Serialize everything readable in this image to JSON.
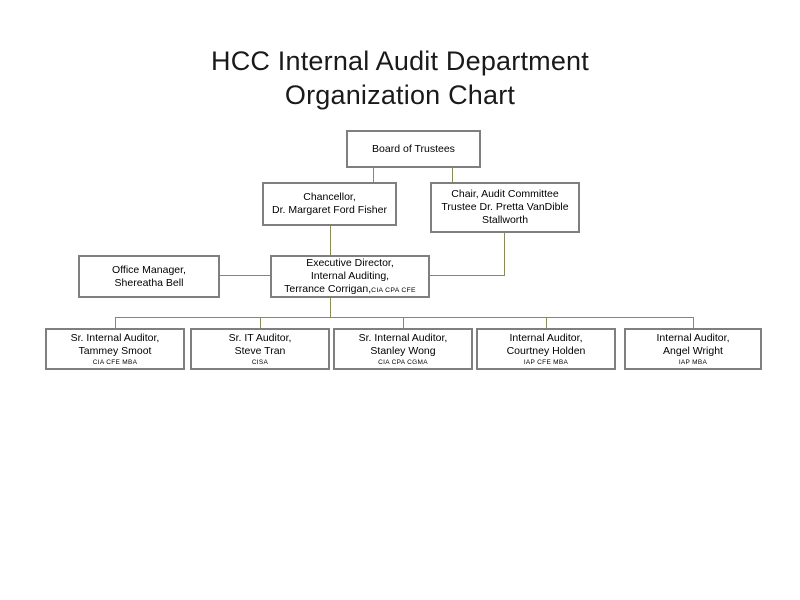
{
  "title": {
    "line1": "HCC Internal Audit Department",
    "line2": "Organization Chart"
  },
  "colors": {
    "box_border": "#7f7f7f",
    "box_fill": "#ffffff",
    "connector": "#8a8a55",
    "text": "#000000"
  },
  "chart_data": {
    "type": "diagram",
    "diagram_type": "organization-chart",
    "title": "HCC Internal Audit Department Organization Chart",
    "nodes": [
      {
        "id": "board",
        "lines": [
          "Board of Trustees"
        ],
        "credentials": "",
        "level": 0
      },
      {
        "id": "chancellor",
        "lines": [
          "Chancellor,",
          "Dr. Margaret Ford Fisher"
        ],
        "credentials": "",
        "level": 1
      },
      {
        "id": "audit-chair",
        "lines": [
          "Chair, Audit Committee",
          "Trustee Dr. Pretta VanDible",
          "Stallworth"
        ],
        "credentials": "",
        "level": 1
      },
      {
        "id": "office-manager",
        "lines": [
          "Office Manager,",
          "Shereatha Bell"
        ],
        "credentials": "",
        "level": 2
      },
      {
        "id": "executive-director",
        "lines": [
          "Executive Director,",
          "Internal Auditing,",
          "Terrance Corrigan,"
        ],
        "credentials": "CIA CPA CFE",
        "credentials_inline": true,
        "level": 2
      },
      {
        "id": "tammey-smoot",
        "lines": [
          "Sr. Internal Auditor,",
          "Tammey Smoot"
        ],
        "credentials": "CIA CFE MBA",
        "level": 3
      },
      {
        "id": "steve-tran",
        "lines": [
          "Sr. IT Auditor,",
          "Steve Tran"
        ],
        "credentials": "CISA",
        "level": 3
      },
      {
        "id": "stanley-wong",
        "lines": [
          "Sr. Internal Auditor,",
          "Stanley Wong"
        ],
        "credentials": "CIA CPA CGMA",
        "level": 3
      },
      {
        "id": "courtney-holden",
        "lines": [
          "Internal Auditor,",
          "Courtney Holden"
        ],
        "credentials": "IAP CFE MBA",
        "level": 3
      },
      {
        "id": "angel-wright",
        "lines": [
          "Internal Auditor,",
          "Angel Wright"
        ],
        "credentials": "IAP MBA",
        "level": 3
      }
    ],
    "edges": [
      {
        "from": "board",
        "to": "chancellor"
      },
      {
        "from": "board",
        "to": "audit-chair"
      },
      {
        "from": "chancellor",
        "to": "executive-director"
      },
      {
        "from": "audit-chair",
        "to": "executive-director"
      },
      {
        "from": "office-manager",
        "to": "executive-director"
      },
      {
        "from": "executive-director",
        "to": "tammey-smoot"
      },
      {
        "from": "executive-director",
        "to": "steve-tran"
      },
      {
        "from": "executive-director",
        "to": "stanley-wong"
      },
      {
        "from": "executive-director",
        "to": "courtney-holden"
      },
      {
        "from": "executive-director",
        "to": "angel-wright"
      }
    ]
  },
  "nodes": {
    "board": {
      "l0": "Board of Trustees"
    },
    "chancellor": {
      "l0": "Chancellor,",
      "l1": "Dr. Margaret Ford Fisher"
    },
    "audit_chair": {
      "l0": "Chair, Audit Committee",
      "l1": "Trustee Dr. Pretta VanDible",
      "l2": "Stallworth"
    },
    "office_manager": {
      "l0": "Office Manager,",
      "l1": "Shereatha Bell"
    },
    "executive_director": {
      "l0": "Executive Director,",
      "l1": "Internal Auditing,",
      "l2": "Terrance Corrigan,",
      "cred": "CIA CPA CFE"
    },
    "tammey_smoot": {
      "l0": "Sr. Internal Auditor,",
      "l1": "Tammey Smoot",
      "cred": "CIA CFE MBA"
    },
    "steve_tran": {
      "l0": "Sr. IT Auditor,",
      "l1": "Steve Tran",
      "cred": "CISA"
    },
    "stanley_wong": {
      "l0": "Sr. Internal Auditor,",
      "l1": "Stanley Wong",
      "cred": "CIA CPA CGMA"
    },
    "courtney_holden": {
      "l0": "Internal Auditor,",
      "l1": "Courtney Holden",
      "cred": "IAP CFE MBA"
    },
    "angel_wright": {
      "l0": "Internal Auditor,",
      "l1": "Angel Wright",
      "cred": "IAP MBA"
    }
  }
}
